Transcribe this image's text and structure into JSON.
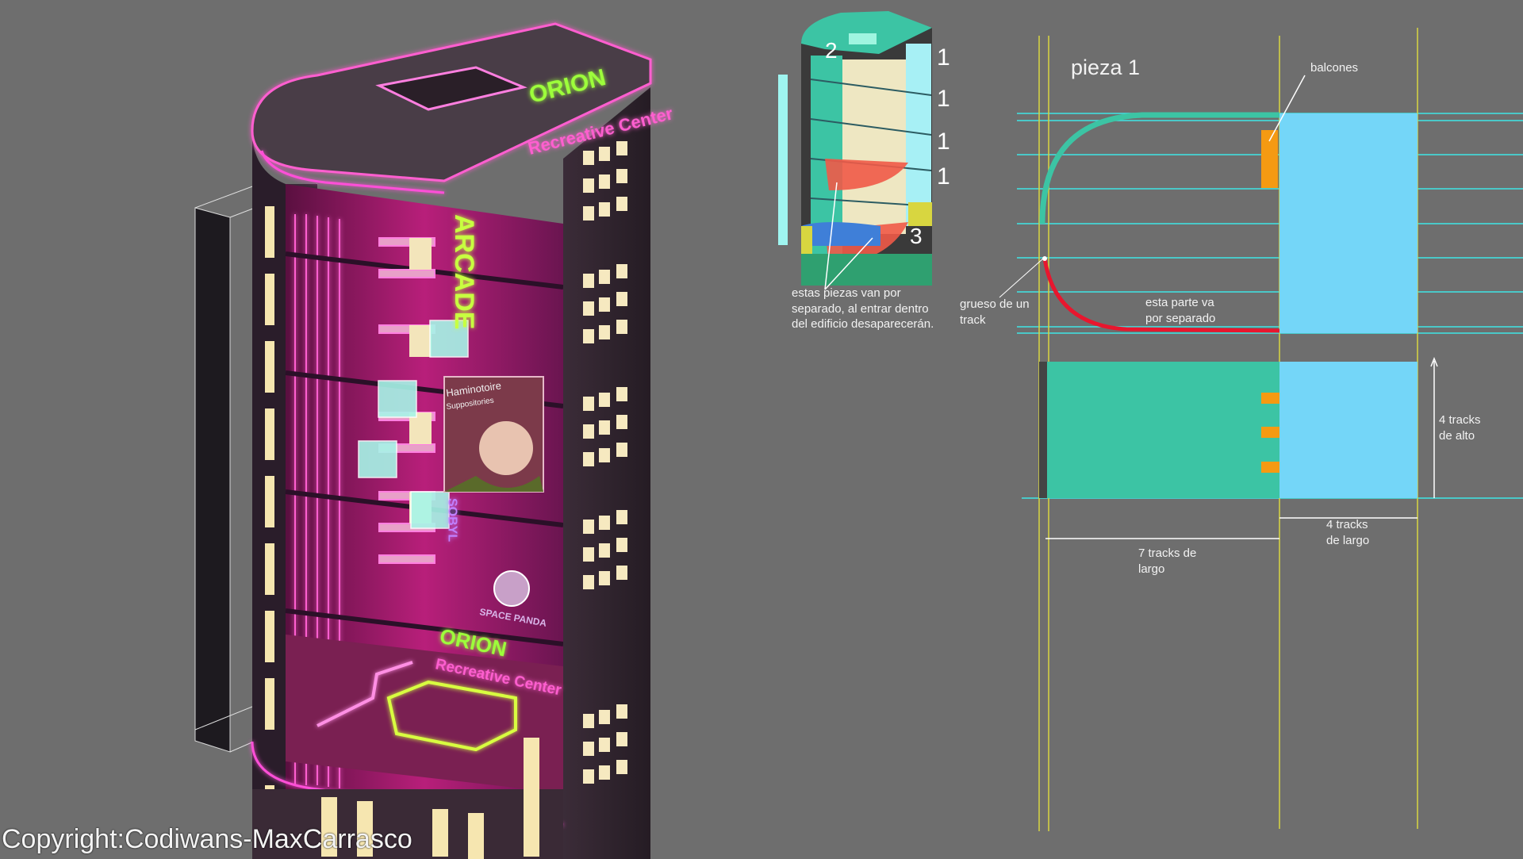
{
  "building": {
    "sign_top_line1": "ORION",
    "sign_top_line2": "Recreative Center",
    "sign_arcade": "ARCADE",
    "billboard_line1": "Haminotoire",
    "billboard_line2": "Suppositories",
    "sign_vertical": "SOBYL",
    "sign_panda": "SPACE PANDA",
    "sign_bottom_line1": "ORION",
    "sign_bottom_line2": "Recreative Center"
  },
  "pieces_diagram": {
    "numbers": [
      "1",
      "1",
      "1",
      "1",
      "2",
      "3"
    ],
    "note_line1": "estas piezas van por",
    "note_line2": "separado, al entrar dentro",
    "note_line3": "del edificio desaparecerán."
  },
  "plan": {
    "title": "pieza 1",
    "balconies_label": "balcones",
    "thickness_line1": "grueso de un",
    "thickness_line2": "track",
    "separate_line1": "esta parte va",
    "separate_line2": "por separado",
    "height_line1": "4 tracks",
    "height_line2": "de alto",
    "width_right_line1": "4 tracks",
    "width_right_line2": "de largo",
    "width_left_line1": "7 tracks de",
    "width_left_line2": "largo"
  },
  "copyright": "Copyright:Codiwans-MaxCarrasco",
  "colors": {
    "background": "#6e6e6e",
    "neon_pink": "#ff4fd8",
    "neon_green": "#9dff3a",
    "teal": "#3cc4a4",
    "light_blue": "#74d6f8",
    "orange": "#f59a12",
    "red_track": "#e8162e",
    "guide_cyan": "#3fe6e6",
    "guide_yellow": "#d8d640"
  }
}
